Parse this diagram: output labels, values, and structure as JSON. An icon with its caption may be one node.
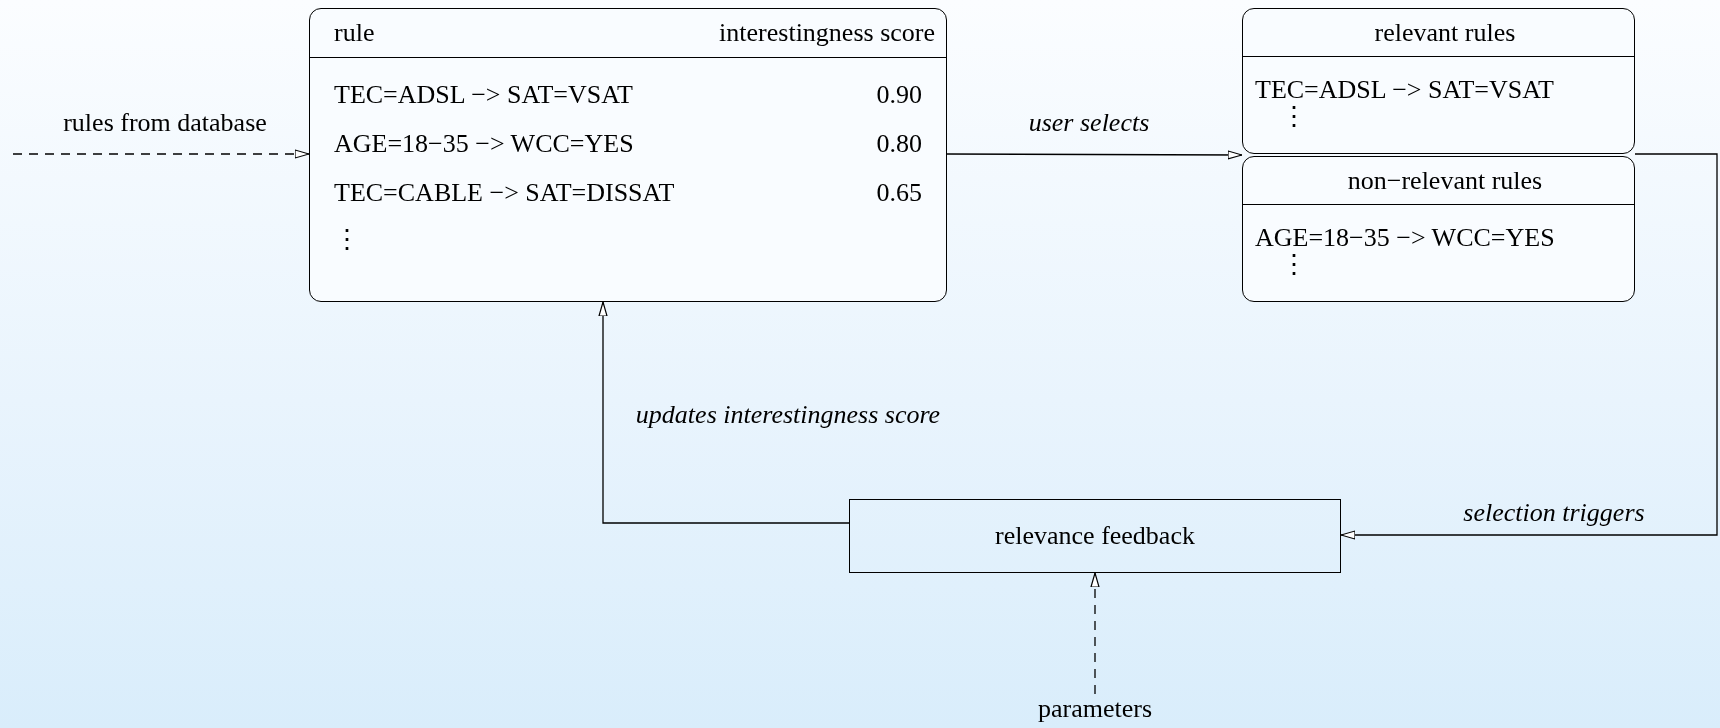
{
  "diagram": {
    "nodes": [
      {
        "text": [
          "rule",
          "interestingness score",
          "TEC=ADSL −> SAT=VSAT",
          "0.90",
          "AGE=18−35 −> WCC=YES",
          "0.80",
          "TEC=CABLE −> SAT=DISSAT",
          "0.65",
          "⋮"
        ]
      },
      {
        "text": [
          "relevant rules",
          "TEC=ADSL −> SAT=VSAT",
          "⋮"
        ]
      },
      {
        "text": [
          "non−relevant rules",
          "AGE=18−35 −> WCC=YES",
          "⋮"
        ]
      },
      {
        "text": [
          "relevance feedback"
        ]
      },
      {
        "text": [
          "parameters"
        ]
      }
    ],
    "edges": [
      {
        "from": null,
        "to": 0,
        "arrow": "to",
        "label": "rules from database",
        "style": "dashed"
      },
      {
        "from": 0,
        "to": 1,
        "arrow": "to",
        "label": "user selects"
      },
      {
        "from": 1,
        "to": 3,
        "arrow": "to",
        "label": "selection triggers"
      },
      {
        "from": 3,
        "to": 0,
        "arrow": "to",
        "label": "updates interestingness score"
      },
      {
        "from": 4,
        "to": 3,
        "arrow": "to",
        "style": "dashed"
      }
    ]
  }
}
